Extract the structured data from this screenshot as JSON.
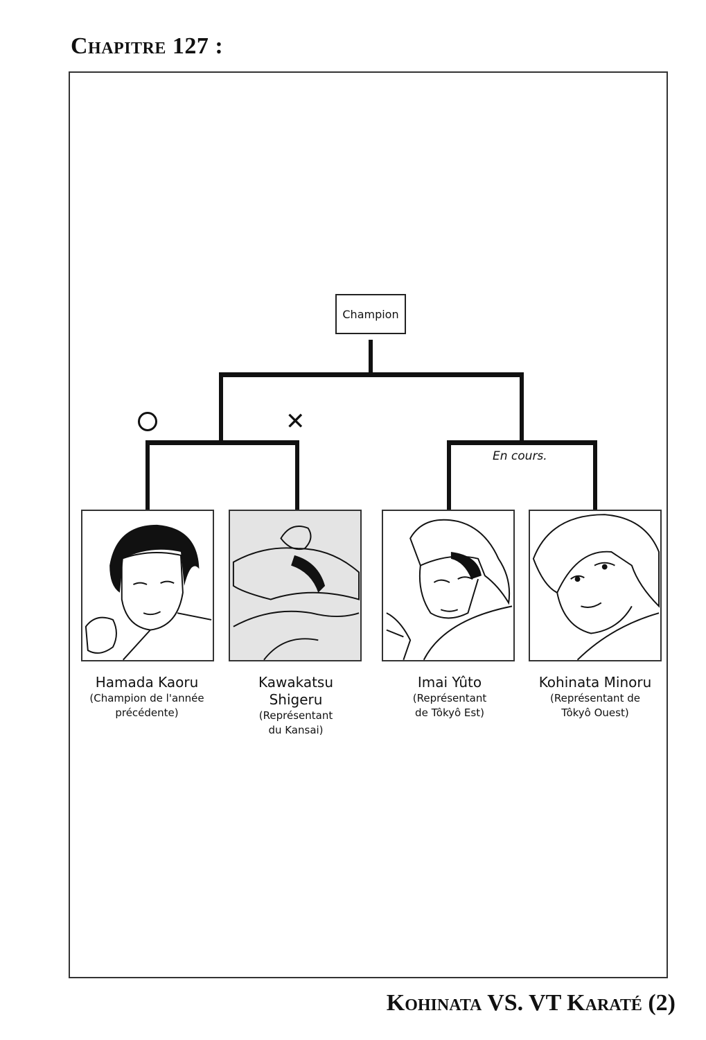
{
  "page": {
    "chapter_title": "Chapitre 127 :",
    "subtitle": "Kohinata VS. VT Karaté (2)"
  },
  "bracket": {
    "final_label": "Champion",
    "marks": {
      "left_match_winner": "circle-mark",
      "left_match_loser": "x-mark",
      "left_match_winner_symbol": "○",
      "left_match_loser_symbol": "✕"
    },
    "right_match_status": "En cours.",
    "competitors": [
      {
        "name": "Hamada Kaoru",
        "role": "(Champion de l'année\nprécédente)",
        "portrait": "fist-raised-portrait",
        "eliminated": false
      },
      {
        "name": "Kawakatsu\nShigeru",
        "role": "(Représentant\ndu Kansai)",
        "portrait": "knocked-out-portrait",
        "eliminated": true
      },
      {
        "name": "Imai Yûto",
        "role": "(Représentant\nde Tôkyô Est)",
        "portrait": "hand-raised-portrait",
        "eliminated": false
      },
      {
        "name": "Kohinata Minoru",
        "role": "(Représentant de\nTôkyô Ouest)",
        "portrait": "smiling-portrait",
        "eliminated": false
      }
    ]
  },
  "colors": {
    "ink": "#111111",
    "frame": "#333333",
    "eliminated_bg": "#e4e4e4",
    "paper": "#ffffff"
  }
}
